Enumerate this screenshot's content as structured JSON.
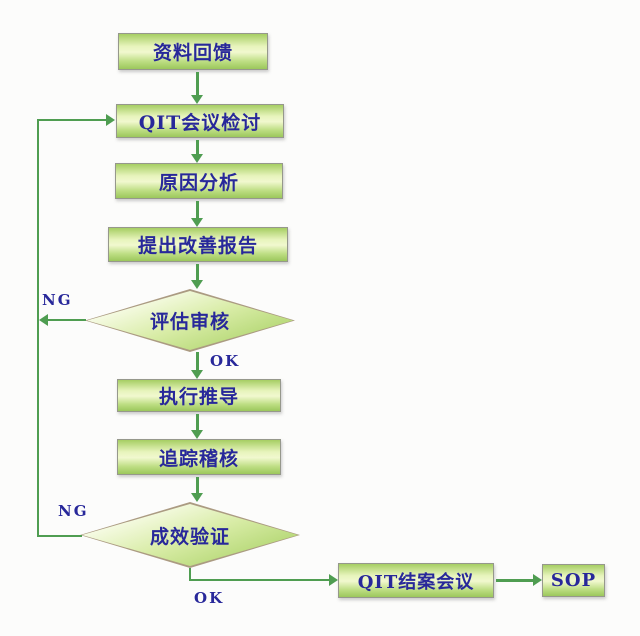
{
  "flowchart": {
    "type": "flowchart",
    "nodes": {
      "data_feedback": {
        "label": "资料回馈",
        "type": "process"
      },
      "qit_review": {
        "label": "QIT会议检讨",
        "type": "process"
      },
      "cause_analysis": {
        "label": "原因分析",
        "type": "process"
      },
      "improvement_report": {
        "label": "提出改善报告",
        "type": "process"
      },
      "evaluation_review": {
        "label": "评估审核",
        "type": "decision"
      },
      "execution": {
        "label": "执行推导",
        "type": "process"
      },
      "tracking_audit": {
        "label": "追踪稽核",
        "type": "process"
      },
      "effect_verification": {
        "label": "成效验证",
        "type": "decision"
      },
      "qit_closing": {
        "label": "QIT结案会议",
        "type": "process"
      },
      "sop": {
        "label": "SOP",
        "type": "process"
      }
    },
    "edge_labels": {
      "eval_ng": "NG",
      "eval_ok": "OK",
      "verify_ng": "NG",
      "verify_ok": "OK"
    },
    "colors": {
      "node_fill_light": "#f1f8cf",
      "node_fill_dark": "#a6ce63",
      "node_border": "#96988c",
      "diamond_border": "#ab9b82",
      "text": "#28289a",
      "connector": "#4f9d51",
      "background": "#fcfcfb"
    }
  }
}
